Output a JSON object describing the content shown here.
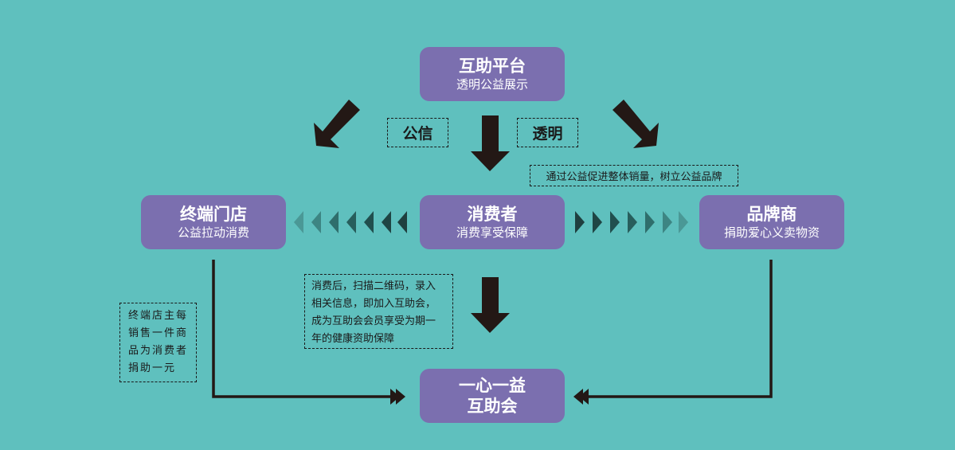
{
  "nodes": {
    "platform": {
      "title": "互助平台",
      "subtitle": "透明公益展示"
    },
    "store": {
      "title": "终端门店",
      "subtitle": "公益拉动消费"
    },
    "consumer": {
      "title": "消费者",
      "subtitle": "消费享受保障"
    },
    "brand": {
      "title": "品牌商",
      "subtitle": "捐助爱心义卖物资"
    },
    "association": {
      "title_line1": "一心一益",
      "title_line2": "互助会"
    }
  },
  "tags": {
    "left": "公信",
    "right": "透明"
  },
  "notes": {
    "brand_note": "通过公益促进整体销量，树立公益品牌",
    "consumer_note": [
      "消费后，扫描二维码，录入",
      "相关信息，即加入互助会，",
      "成为互助会会员享受为期一",
      "年的健康资助保障"
    ],
    "store_note": [
      "终端店主每",
      "销售一件商",
      "品为消费者",
      "捐助一元"
    ]
  },
  "colors": {
    "background": "#5fc0be",
    "node": "#7b6faf",
    "arrow": "#231815",
    "chevron_dark": "#1f3f3f",
    "chevron_light": "#4a9896"
  }
}
